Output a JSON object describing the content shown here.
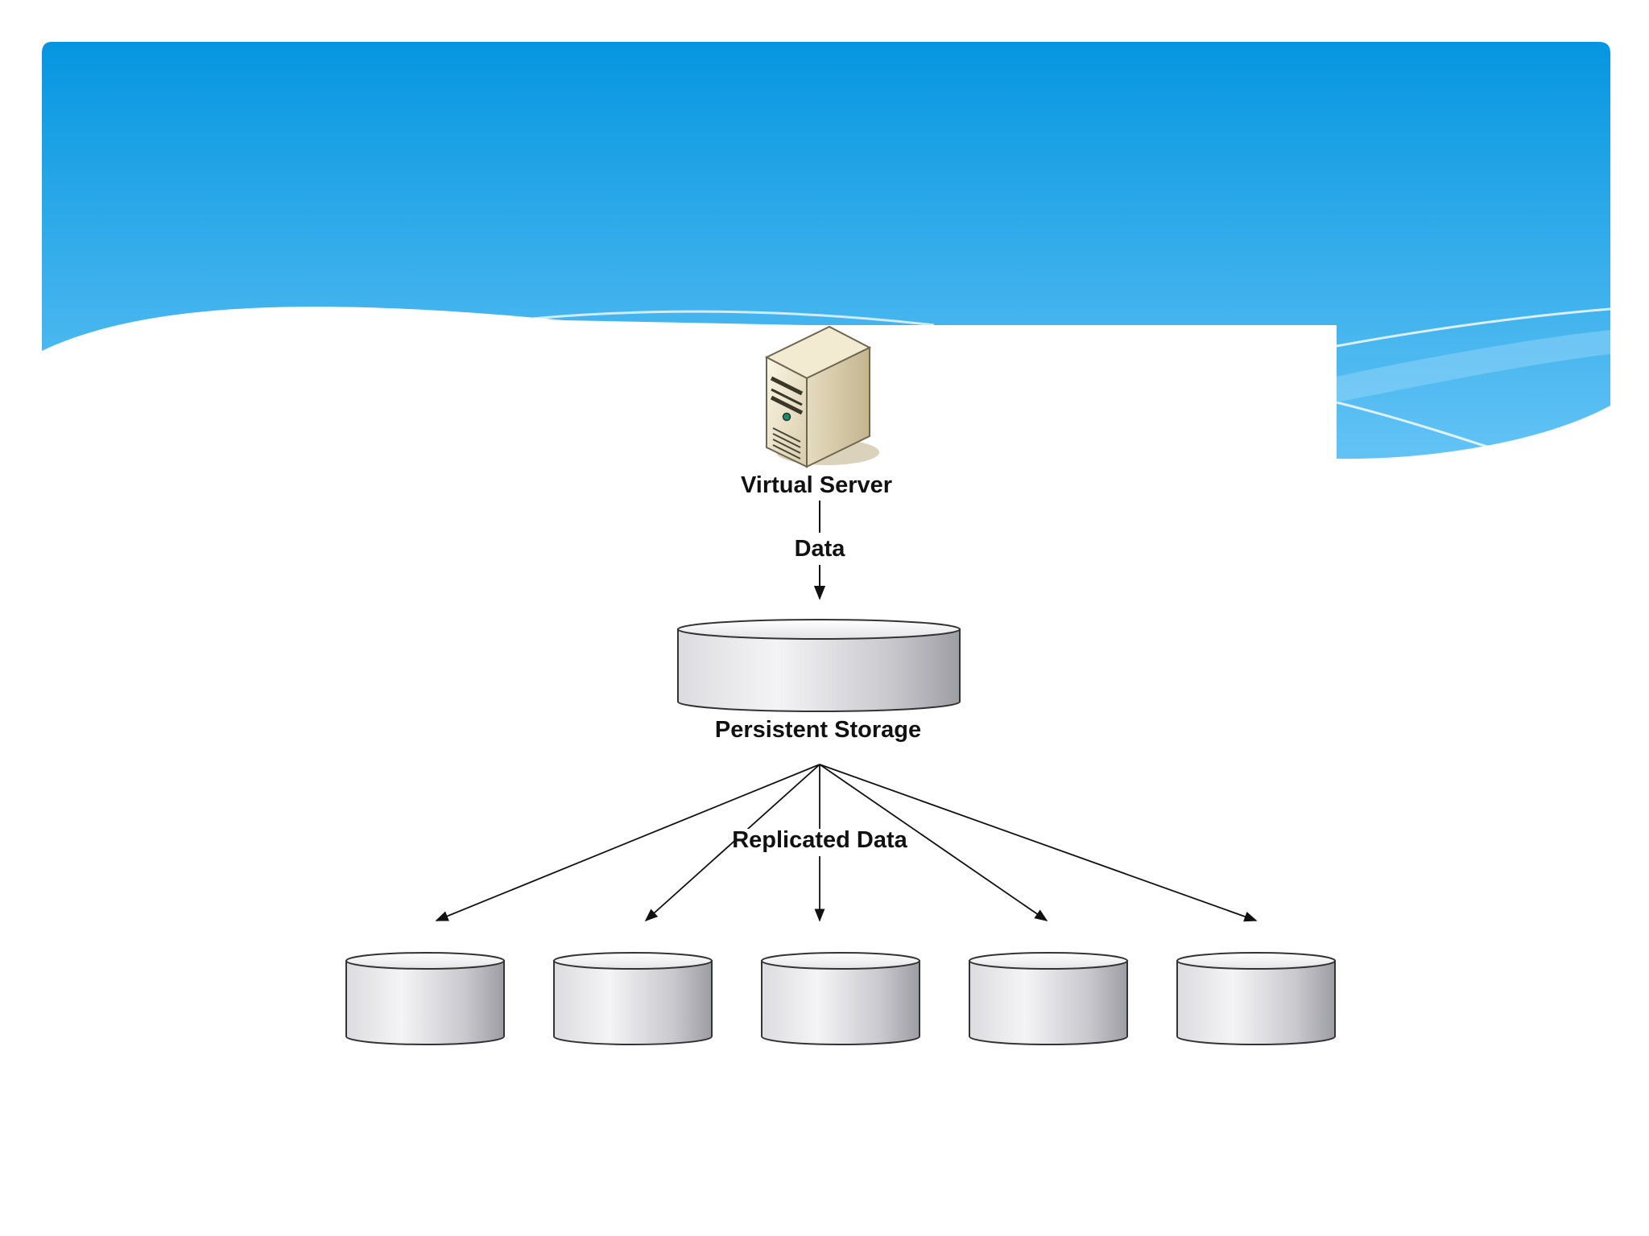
{
  "diagram": {
    "server_label": "Virtual Server",
    "data_label": "Data",
    "storage_label": "Persistent Storage",
    "replicated_label": "Replicated Data",
    "icons": {
      "server": "server-tower-icon",
      "primary_storage": "database-cylinder-icon",
      "replica": "database-cylinder-icon"
    },
    "replica_count": 5,
    "colors": {
      "header_top": "#0596e0",
      "header_bottom": "#63c3f5",
      "background": "#ffffff",
      "line": "#111111"
    }
  }
}
